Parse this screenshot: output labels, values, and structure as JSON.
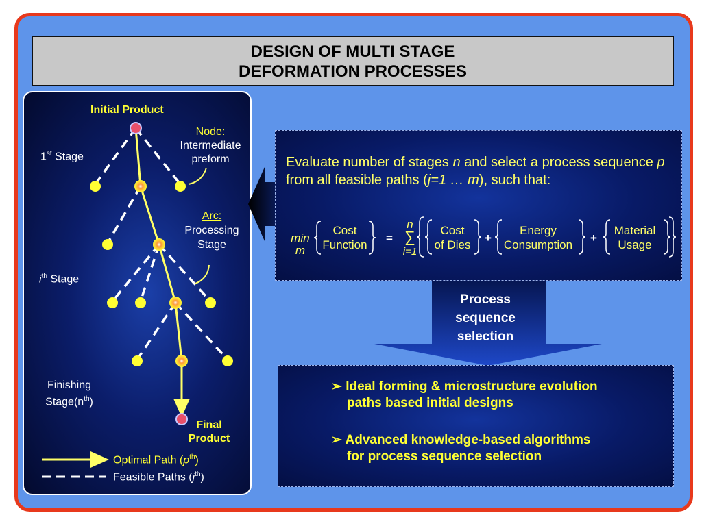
{
  "title": {
    "line1": "DESIGN OF MULTI STAGE",
    "line2": "DEFORMATION PROCESSES"
  },
  "tree": {
    "initial_product": "Initial Product",
    "stage1_label": "1",
    "stage1_sup": "st",
    "stage1_suffix": " Stage",
    "node_title": "Node:",
    "node_line1": "Intermediate",
    "node_line2": "preform",
    "arc_title": "Arc:",
    "arc_line1": "Processing",
    "arc_line2": "Stage",
    "stage_i_label": "i",
    "stage_i_sup": "th",
    "stage_i_suffix": " Stage",
    "finishing_line1": "Finishing",
    "finishing_line2": "Stage(n",
    "finishing_sup": "th",
    "finishing_close": ")",
    "final_line1": "Final",
    "final_line2": "Product",
    "legend_optimal": "Optimal Path (",
    "legend_optimal_var": "p",
    "legend_optimal_sup": "th",
    "legend_optimal_close": ")",
    "legend_feasible": "Feasible Paths (",
    "legend_feasible_var": "j",
    "legend_feasible_sup": "th",
    "legend_feasible_close": ")"
  },
  "evaluate": {
    "text_a": "Evaluate number of stages ",
    "var_n": "n",
    "text_b": " and select a process sequence ",
    "var_p": "p",
    "text_c": " from all feasible paths (",
    "var_range": "j=1 … m",
    "text_d": "), such that:"
  },
  "equation": {
    "min": "min",
    "m": "m",
    "cost_function_1": "Cost",
    "cost_function_2": "Function",
    "equals": "=",
    "sum_top": "n",
    "sum_symbol": "∑",
    "sum_bottom": "i=1",
    "cost_dies_1": "Cost",
    "cost_dies_2": "of Dies",
    "plus1": "+",
    "energy_1": "Energy",
    "energy_2": "Consumption",
    "plus2": "+",
    "material_1": "Material",
    "material_2": "Usage"
  },
  "arrow": {
    "line1": "Process",
    "line2": "sequence",
    "line3": "selection"
  },
  "outcomes": {
    "b1_line1": "➢ Ideal forming & microstructure evolution",
    "b1_line2": "paths based initial designs",
    "b2_line1": "➢ Advanced knowledge-based algorithms",
    "b2_line2": "for process sequence selection"
  },
  "colors": {
    "frame_border": "#e8391c",
    "background": "#5e94ea",
    "optimal_path": "#ffff66",
    "node_yellow": "#ffff33",
    "end_node": "#e8506a"
  }
}
